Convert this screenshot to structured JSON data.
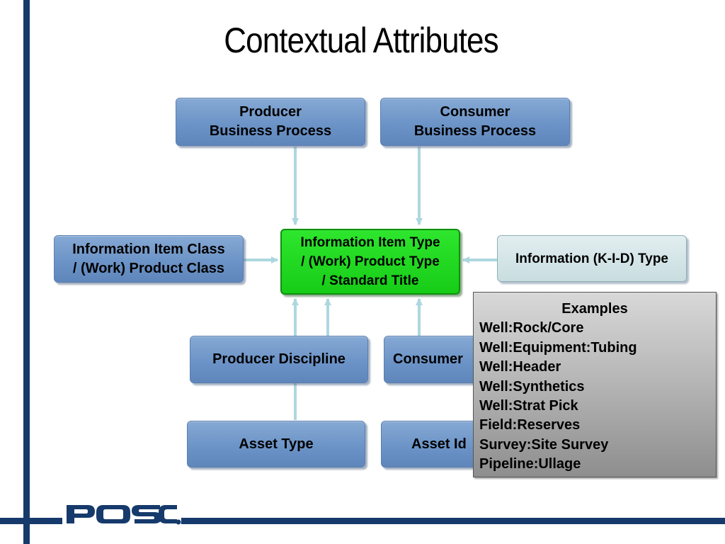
{
  "title": "Contextual Attributes",
  "boxes": {
    "producer_process": "Producer\nBusiness Process",
    "consumer_process": "Consumer\nBusiness Process",
    "item_class": "Information Item Class\n/ (Work) Product Class",
    "item_type": "Information Item Type\n/ (Work) Product Type\n/ Standard Title",
    "kid_type": "Information (K-I-D) Type",
    "producer_discipline": "Producer Discipline",
    "consumer_discipline": "Consumer",
    "asset_type": "Asset Type",
    "asset_id": "Asset Id"
  },
  "examples": {
    "heading": "Examples",
    "items": [
      "Well:Rock/Core",
      "Well:Equipment:Tubing",
      "Well:Header",
      "Well:Synthetics",
      "Well:Strat Pick",
      "Field:Reserves",
      "Survey:Site Survey",
      "Pipeline:Ullage"
    ]
  },
  "logo_text": "POSC",
  "colors": {
    "brand_navy": "#163a6b",
    "box_blue": "#6a92c6",
    "center_green": "#1fd41f",
    "arrow": "#add7e0"
  }
}
